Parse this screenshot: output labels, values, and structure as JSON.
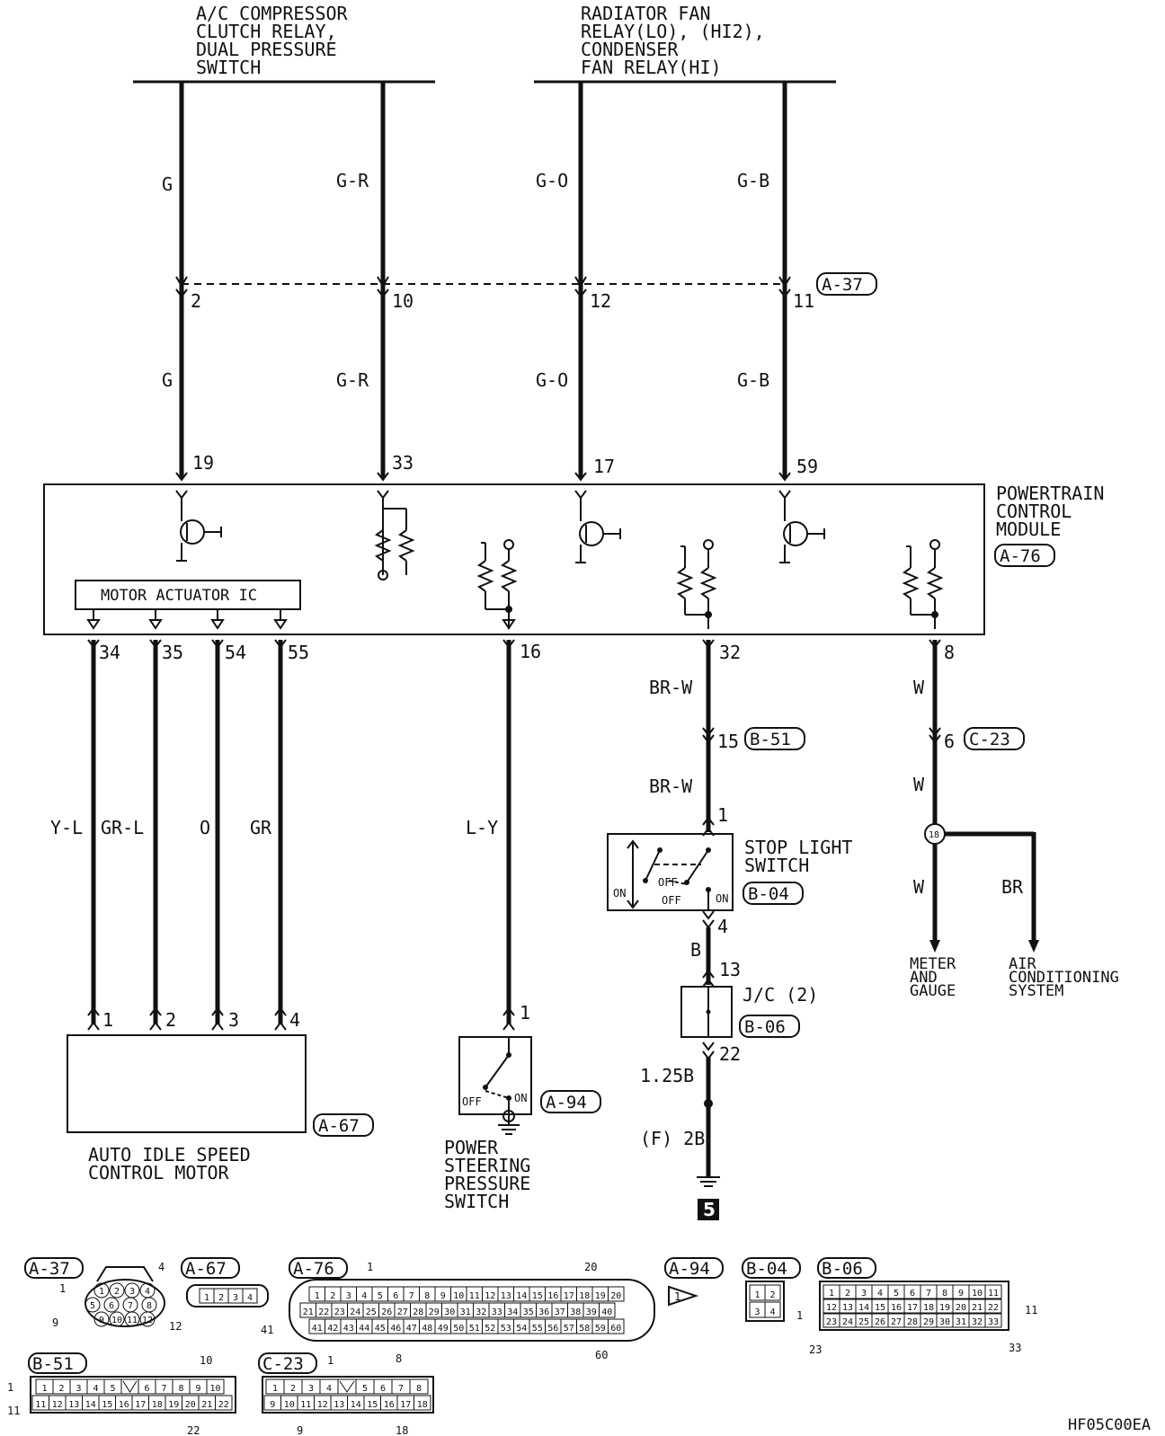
{
  "top_labels": {
    "ac_group": [
      "A/C COMPRESSOR",
      "CLUTCH RELAY,",
      "DUAL PRESSURE",
      "SWITCH"
    ],
    "fan_group": [
      "RADIATOR FAN",
      "RELAY(LO), (HI2),",
      "CONDENSER",
      "FAN RELAY(HI)"
    ]
  },
  "upper_wires": [
    {
      "color_top": "G",
      "connector_pin": "2",
      "color_bottom": "G",
      "pcm_pin": "19"
    },
    {
      "color_top": "G-R",
      "connector_pin": "10",
      "color_bottom": "G-R",
      "pcm_pin": "33"
    },
    {
      "color_top": "G-O",
      "connector_pin": "12",
      "color_bottom": "G-O",
      "pcm_pin": "17"
    },
    {
      "color_top": "G-B",
      "connector_pin": "11",
      "color_bottom": "G-B",
      "pcm_pin": "59"
    }
  ],
  "joint_connector": "A-37",
  "pcm": {
    "title": [
      "POWERTRAIN",
      "CONTROL",
      "MODULE"
    ],
    "code": "A-76",
    "ic_label": "MOTOR ACTUATOR IC"
  },
  "motor_wires": [
    {
      "pcm_pin": "34",
      "color": "Y-L",
      "motor_pin": "1"
    },
    {
      "pcm_pin": "35",
      "color": "GR-L",
      "motor_pin": "2"
    },
    {
      "pcm_pin": "54",
      "color": "O",
      "motor_pin": "3"
    },
    {
      "pcm_pin": "55",
      "color": "GR",
      "motor_pin": "4"
    }
  ],
  "motor": {
    "code": "A-67",
    "name": [
      "AUTO IDLE SPEED",
      "CONTROL MOTOR"
    ]
  },
  "ps_switch": {
    "pcm_pin": "16",
    "color": "L-Y",
    "pin": "1",
    "code": "A-94",
    "name": [
      "POWER",
      "STEERING",
      "PRESSURE",
      "SWITCH"
    ],
    "off": "OFF",
    "on": "ON"
  },
  "stop_light": {
    "pcm_pin": "32",
    "color1": "BR-W",
    "conn_pin": "15",
    "conn_code": "B-51",
    "color2": "BR-W",
    "sw_pin_in": "1",
    "name": [
      "STOP LIGHT",
      "SWITCH"
    ],
    "code": "B-04",
    "on_left": "ON",
    "on_right": "ON",
    "off1": "OFF",
    "off2": "OFF",
    "sw_pin_out": "4",
    "color3": "B",
    "jc_pin_in": "13",
    "jc_label": "J/C (2)",
    "jc_code": "B-06",
    "jc_pin_out": "22",
    "color4": "1.25B",
    "color5": "(F) 2B",
    "ground_no": "5"
  },
  "meter_branch": {
    "pcm_pin": "8",
    "color1": "W",
    "conn_pin": "6",
    "conn_code": "C-23",
    "color2": "W",
    "splice": "18",
    "color3": "W",
    "color4": "BR",
    "dest1": [
      "METER",
      "AND",
      "GAUGE"
    ],
    "dest2": [
      "AIR",
      "CONDITIONING",
      "SYSTEM"
    ]
  },
  "connector_views": {
    "a37": {
      "code": "A-37",
      "row1": [
        "1",
        "2",
        "3",
        "4"
      ],
      "row2": [
        "5",
        "6",
        "7",
        "8"
      ],
      "row3": [
        "9",
        "10",
        "11",
        "12"
      ],
      "callouts": [
        "4",
        "1",
        "9",
        "12"
      ]
    },
    "a67": {
      "code": "A-67",
      "pins": [
        "1",
        "2",
        "3",
        "4"
      ]
    },
    "a76": {
      "code": "A-76",
      "row1": [
        "1",
        "2",
        "3",
        "4",
        "5",
        "6",
        "7",
        "8",
        "9",
        "10",
        "11",
        "12",
        "13",
        "14",
        "15",
        "16",
        "17",
        "18",
        "19",
        "20"
      ],
      "row2": [
        "21",
        "22",
        "23",
        "24",
        "25",
        "26",
        "27",
        "28",
        "29",
        "30",
        "31",
        "32",
        "33",
        "34",
        "35",
        "36",
        "37",
        "38",
        "39",
        "40"
      ],
      "row3": [
        "41",
        "42",
        "43",
        "44",
        "45",
        "46",
        "47",
        "48",
        "49",
        "50",
        "51",
        "52",
        "53",
        "54",
        "55",
        "56",
        "57",
        "58",
        "59",
        "60"
      ],
      "callouts": [
        "1",
        "20",
        "41",
        "60"
      ]
    },
    "a94": {
      "code": "A-94",
      "pin": "1"
    },
    "b04": {
      "code": "B-04",
      "pins": [
        "1",
        "2",
        "3",
        "4"
      ]
    },
    "b06": {
      "code": "B-06",
      "row1": [
        "1",
        "2",
        "3",
        "4",
        "5",
        "6",
        "7",
        "8",
        "9",
        "10",
        "11"
      ],
      "row2": [
        "12",
        "13",
        "14",
        "15",
        "16",
        "17",
        "18",
        "19",
        "20",
        "21",
        "22"
      ],
      "row3": [
        "23",
        "24",
        "25",
        "26",
        "27",
        "28",
        "29",
        "30",
        "31",
        "32",
        "33"
      ],
      "callouts": [
        "1",
        "11",
        "23",
        "33"
      ]
    },
    "b51": {
      "code": "B-51",
      "row1": [
        "1",
        "2",
        "3",
        "4",
        "5",
        "",
        "6",
        "7",
        "8",
        "9",
        "10"
      ],
      "row2": [
        "11",
        "12",
        "13",
        "14",
        "15",
        "16",
        "17",
        "18",
        "19",
        "20",
        "21",
        "22"
      ],
      "callouts": [
        "10",
        "1",
        "11",
        "22"
      ]
    },
    "c23": {
      "code": "C-23",
      "row1": [
        "1",
        "2",
        "3",
        "4",
        "",
        "5",
        "6",
        "7",
        "8"
      ],
      "row2": [
        "9",
        "10",
        "11",
        "12",
        "13",
        "14",
        "15",
        "16",
        "17",
        "18"
      ],
      "callouts": [
        "1",
        "8",
        "9",
        "18"
      ]
    }
  },
  "figure_code": "HF05C00EA"
}
